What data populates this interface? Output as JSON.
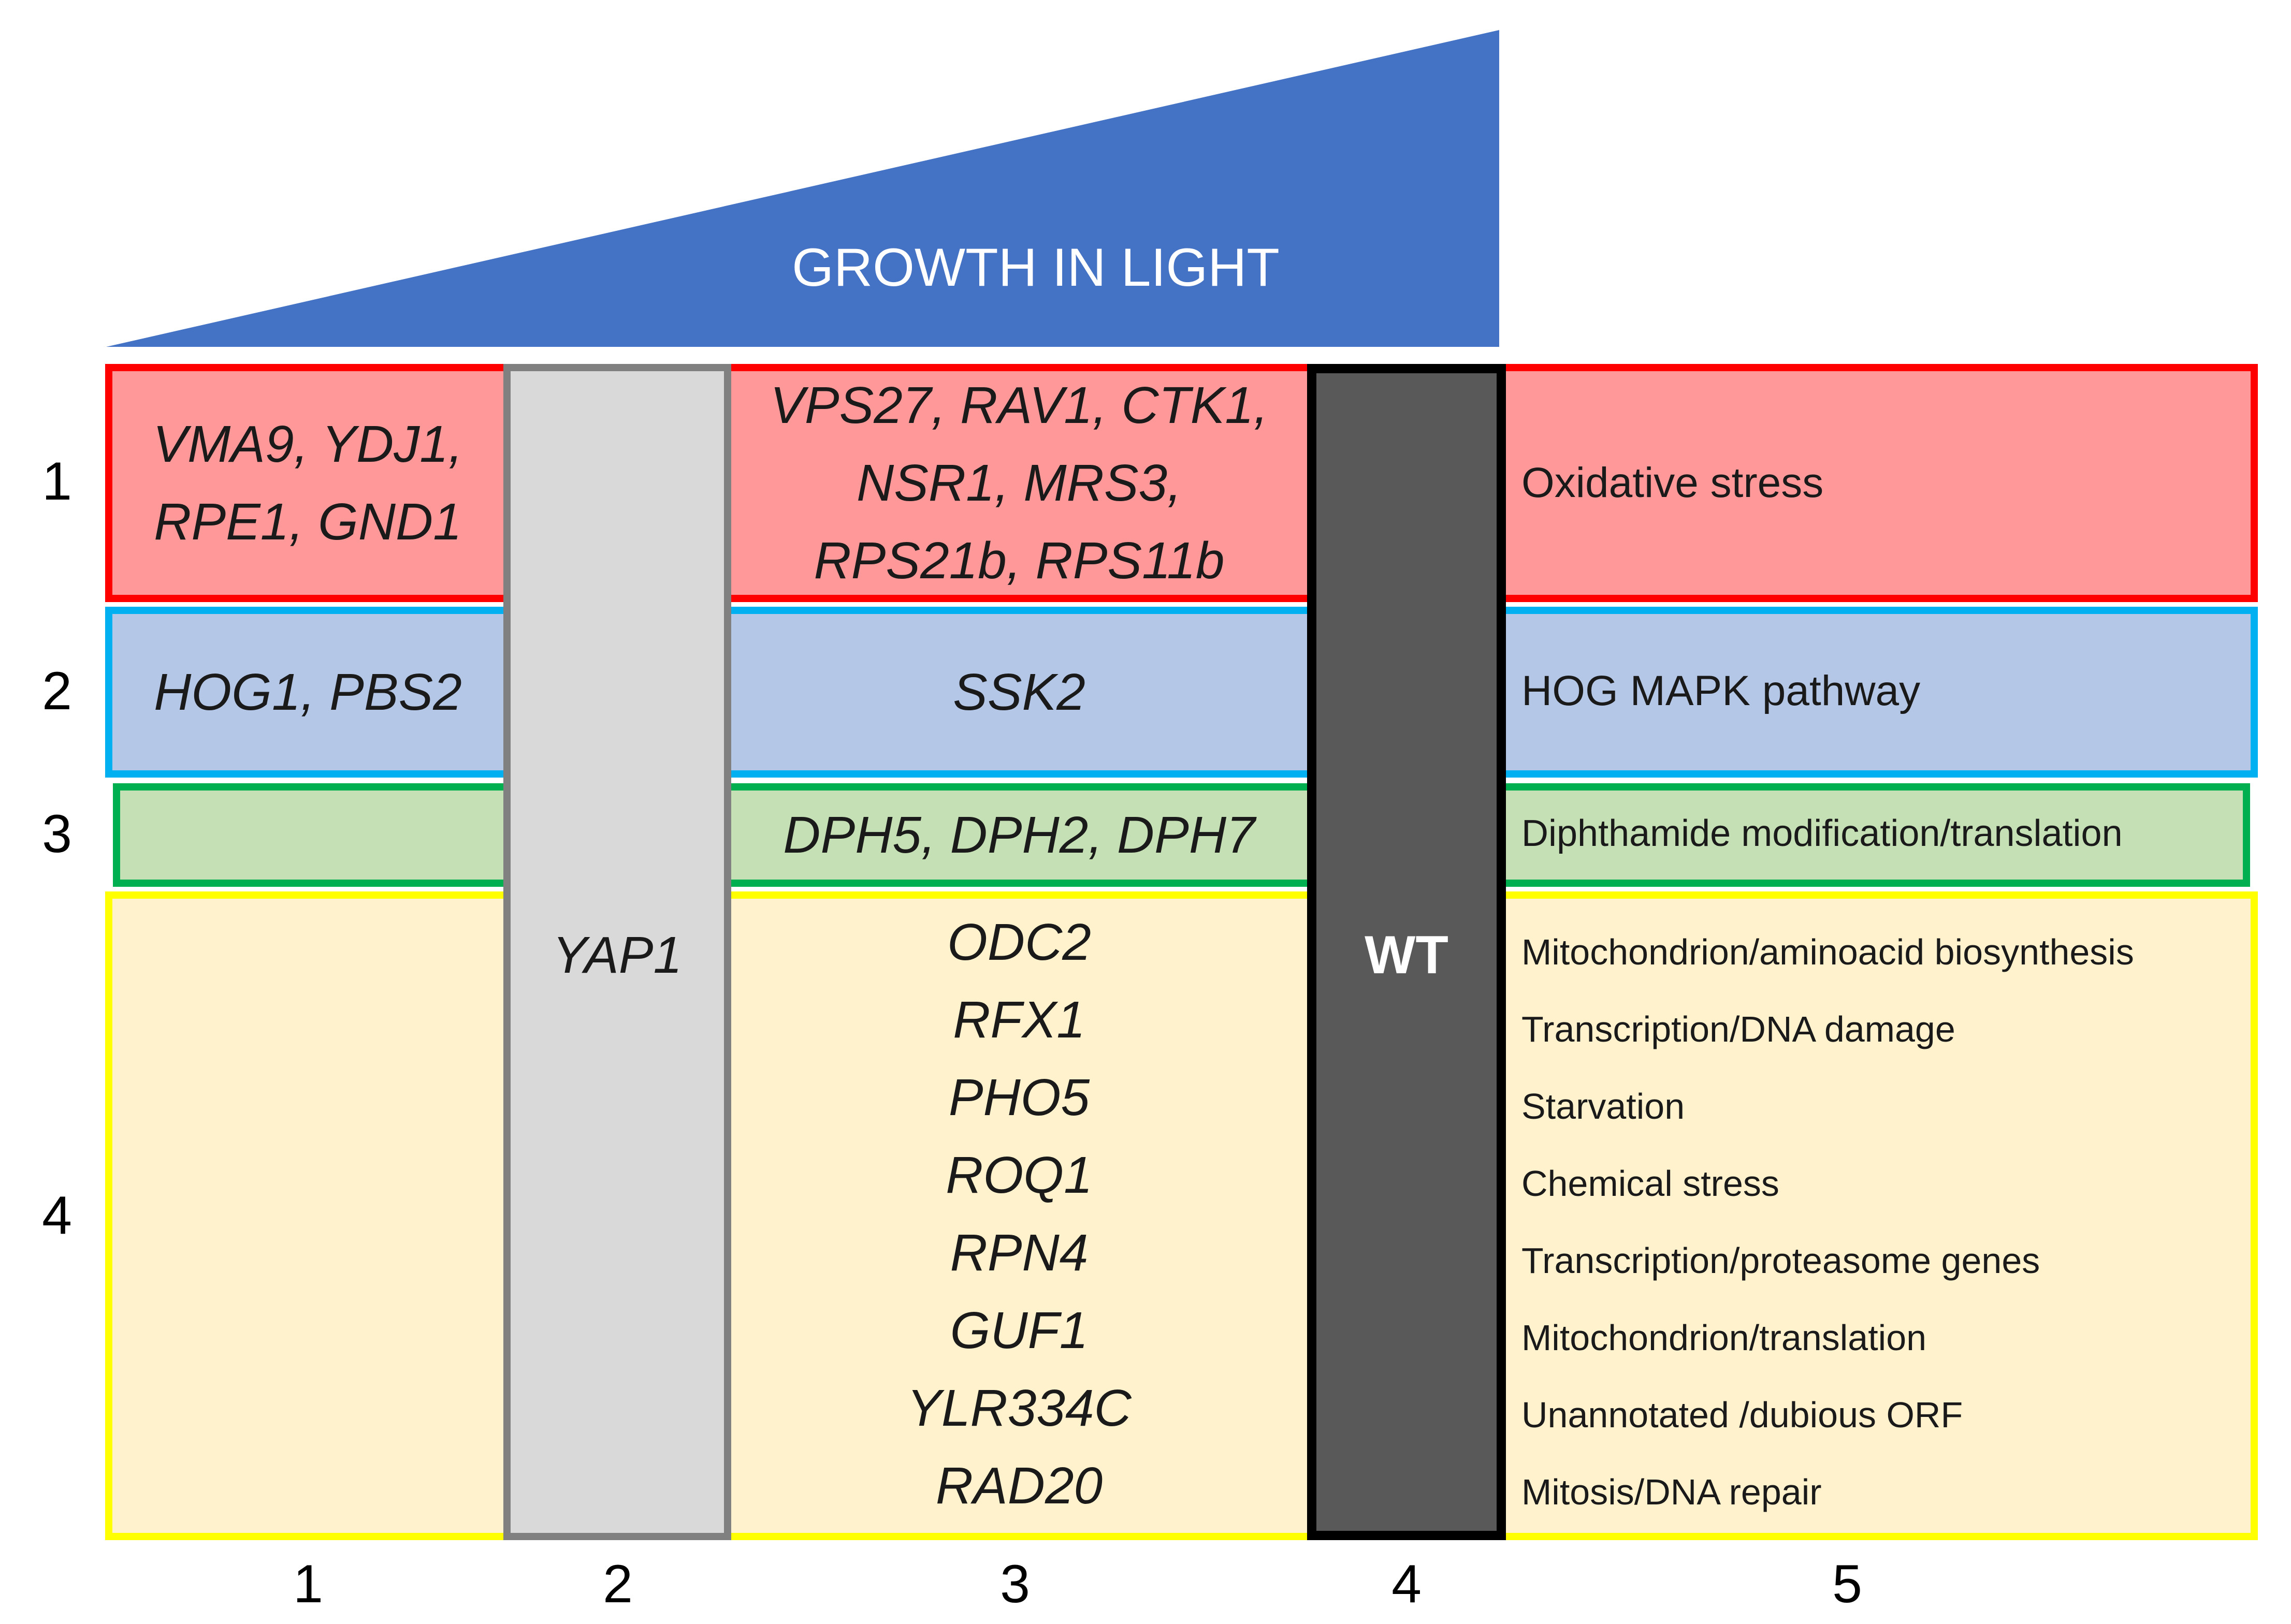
{
  "header": {
    "triangle_label": "GROWTH IN LIGHT",
    "triangle_color": "#4472C4"
  },
  "row_labels": [
    "1",
    "2",
    "3",
    "4"
  ],
  "col_labels": [
    "1",
    "2",
    "3",
    "4",
    "5"
  ],
  "rows": {
    "oxidative": {
      "fill": "#FF9999",
      "border": "#FF0000",
      "col1_genes": [
        "VMA9, YDJ1,",
        "RPE1, GND1"
      ],
      "col3_genes": [
        "VPS27, RAV1, CTK1,",
        "NSR1, MRS3,",
        "RPS21b, RPS11b"
      ],
      "category": "Oxidative stress"
    },
    "hog": {
      "fill": "#B4C7E7",
      "border": "#00B0F0",
      "col1_genes": "HOG1, PBS2",
      "col3_genes": "SSK2",
      "category": "HOG MAPK pathway"
    },
    "diphthamide": {
      "fill": "#C5E0B4",
      "border": "#00B050",
      "col3_genes": "DPH5, DPH2, DPH7",
      "category": "Diphthamide modification/translation"
    },
    "misc": {
      "fill": "#FFF2CC",
      "border": "#FFFF00",
      "genes": [
        "ODC2",
        "RFX1",
        "PHO5",
        "ROQ1",
        "RPN4",
        "GUF1",
        "YLR334C",
        "RAD20"
      ],
      "categories": [
        "Mitochondrion/aminoacid biosynthesis",
        "Transcription/DNA damage",
        "Starvation",
        "Chemical stress",
        "Transcription/proteasome genes",
        "Mitochondrion/translation",
        "Unannotated /dubious  ORF",
        "Mitosis/DNA repair"
      ]
    }
  },
  "columns": {
    "yap1": {
      "label": "YAP1",
      "fill": "#D9D9D9",
      "border": "#808080"
    },
    "wt": {
      "label": "WT",
      "fill": "#595959",
      "border": "#000000"
    }
  }
}
